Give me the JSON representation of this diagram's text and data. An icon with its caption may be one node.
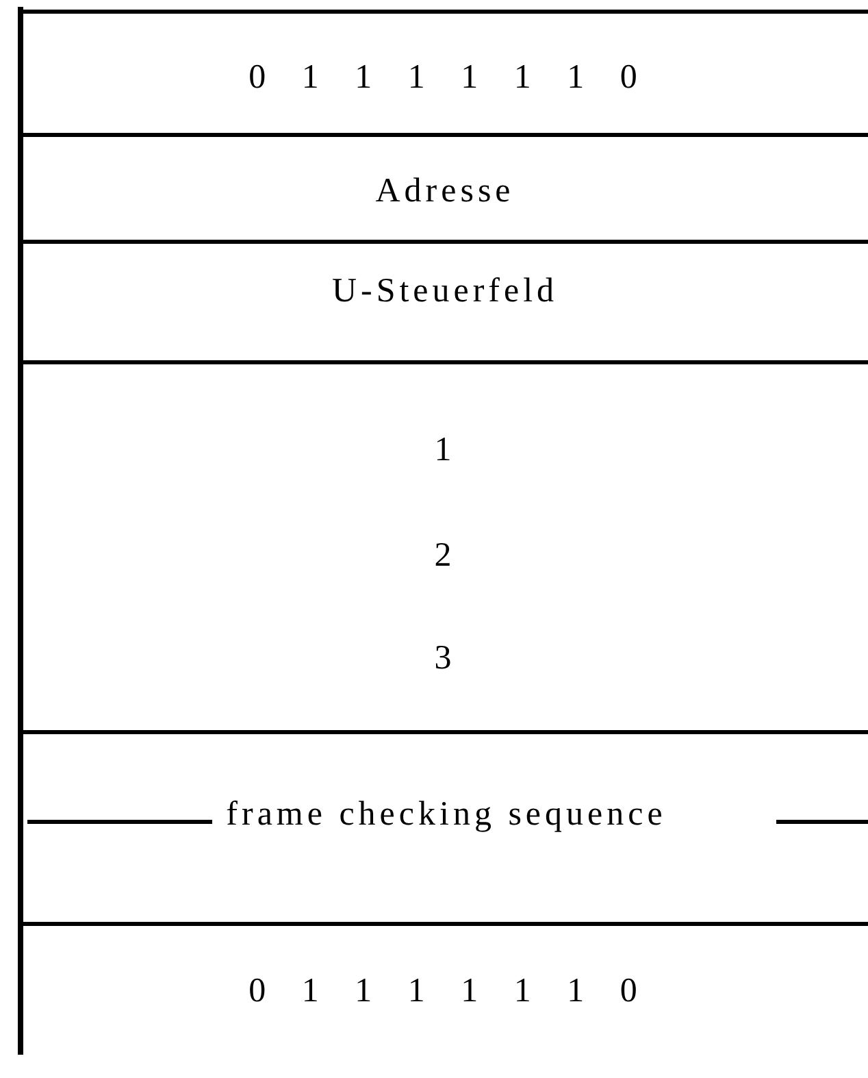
{
  "diagram": {
    "nodes": [
      {
        "text": [
          "0 1 1 1 1 1 1 0"
        ]
      },
      {
        "text": [
          "Adresse"
        ]
      },
      {
        "text": [
          "U-Steuerfeld"
        ]
      },
      {
        "text": [
          "1",
          "2",
          "3"
        ]
      },
      {
        "text": [
          "frame checking sequence"
        ]
      },
      {
        "text": [
          "0 1 1 1 1 1 1 0"
        ]
      }
    ]
  }
}
